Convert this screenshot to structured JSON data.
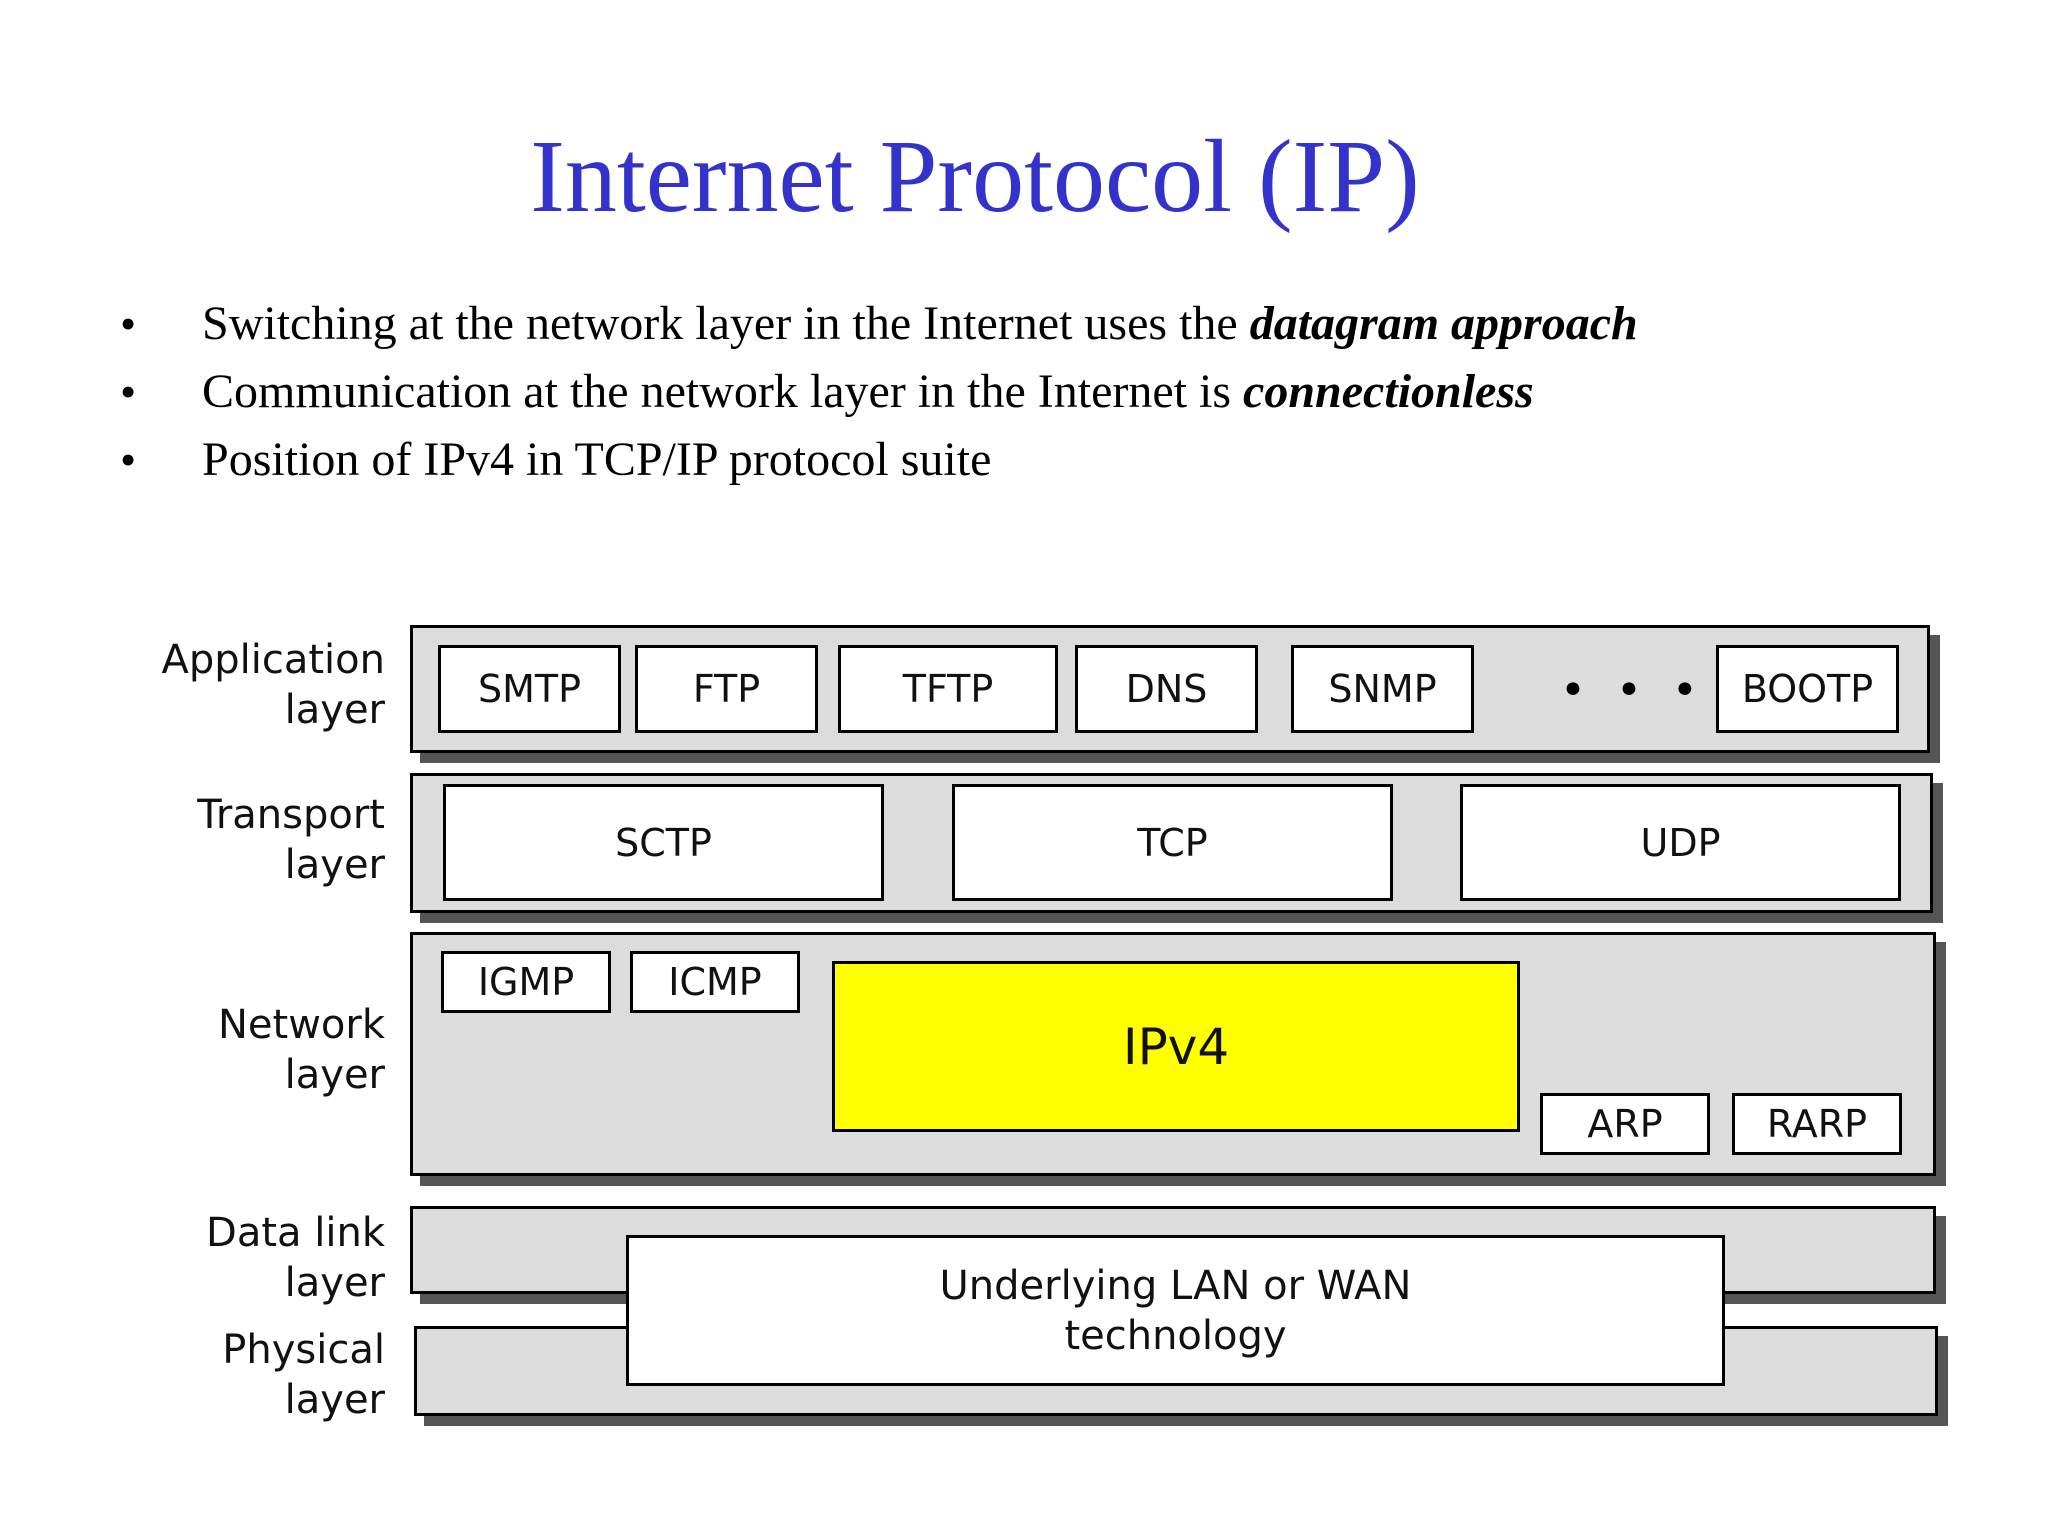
{
  "slide": {
    "title": "Internet Protocol (IP)",
    "bullets": [
      {
        "text": "Switching at the network layer in the Internet uses the ",
        "emphasis": "datagram approach"
      },
      {
        "text": "Communication at the network layer in the Internet is ",
        "emphasis": "connectionless"
      },
      {
        "text": "Position of IPv4 in TCP/IP protocol suite",
        "emphasis": ""
      }
    ],
    "bullet_symbol": "•"
  },
  "diagram": {
    "layers": {
      "application": {
        "label_line1": "Application",
        "label_line2": "layer",
        "protocols": [
          "SMTP",
          "FTP",
          "TFTP",
          "DNS",
          "SNMP",
          "BOOTP"
        ],
        "ellipsis": "• • •"
      },
      "transport": {
        "label_line1": "Transport",
        "label_line2": "layer",
        "protocols": [
          "SCTP",
          "TCP",
          "UDP"
        ]
      },
      "network": {
        "label_line1": "Network",
        "label_line2": "layer",
        "protocols": [
          "IGMP",
          "ICMP",
          "IPv4",
          "ARP",
          "RARP"
        ]
      },
      "datalink": {
        "label_line1": "Data link",
        "label_line2": "layer"
      },
      "physical": {
        "label_line1": "Physical",
        "label_line2": "layer"
      }
    },
    "underlying": {
      "line1": "Underlying LAN or WAN",
      "line2": "technology"
    },
    "colors": {
      "band": "#dcdcdc",
      "ipv4_highlight": "#ffff00",
      "title": "#3333cc"
    }
  }
}
